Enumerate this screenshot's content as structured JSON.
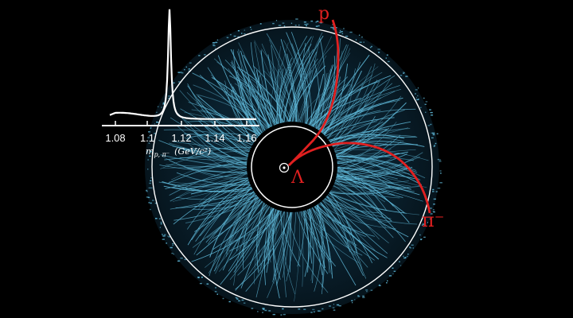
{
  "inset_plot": {
    "tick_labels": [
      "1.08",
      "1.1",
      "1.12",
      "1.14",
      "1.16"
    ],
    "axis_title_prefix": "m",
    "axis_title_subscript": "p, π⁻",
    "axis_title_units": "(GeV/c²)"
  },
  "particle_labels": {
    "proton": "p",
    "lambda": "Λ",
    "pion": "π⁻"
  },
  "colors": {
    "background": "#000000",
    "tracks": "#5fb8d8",
    "highlighted_tracks": "#e02020",
    "rings": "#ffffff",
    "plot_curve": "#ffffff"
  }
}
